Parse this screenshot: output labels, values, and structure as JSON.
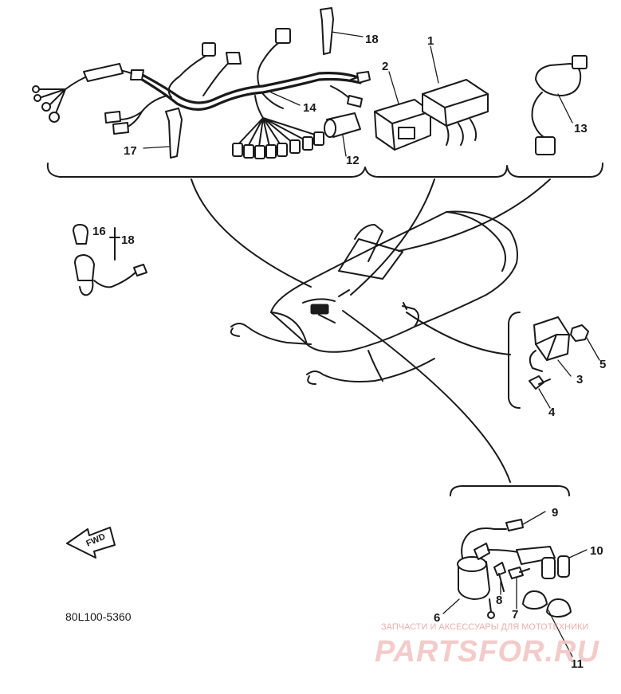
{
  "diagram": {
    "part_code": "80L100-5360",
    "fwd_label": "FWD",
    "callouts": {
      "c1": "1",
      "c2": "2",
      "c3": "3",
      "c4": "4",
      "c5": "5",
      "c6": "6",
      "c7": "7",
      "c8": "8",
      "c9": "9",
      "c10": "10",
      "c11": "11",
      "c12": "12",
      "c13": "13",
      "c14": "14",
      "c16": "16",
      "c17": "17",
      "c18a": "18",
      "c18b": "18"
    }
  },
  "watermark": {
    "line1": "ЗАПЧАСТИ И АКСЕССУАРЫ ДЛЯ МОТОТЕХНИКИ",
    "line2": "PARTSFOR.RU"
  },
  "colors": {
    "ink": "#1a1a1a",
    "watermark": "#f2c6c4"
  }
}
